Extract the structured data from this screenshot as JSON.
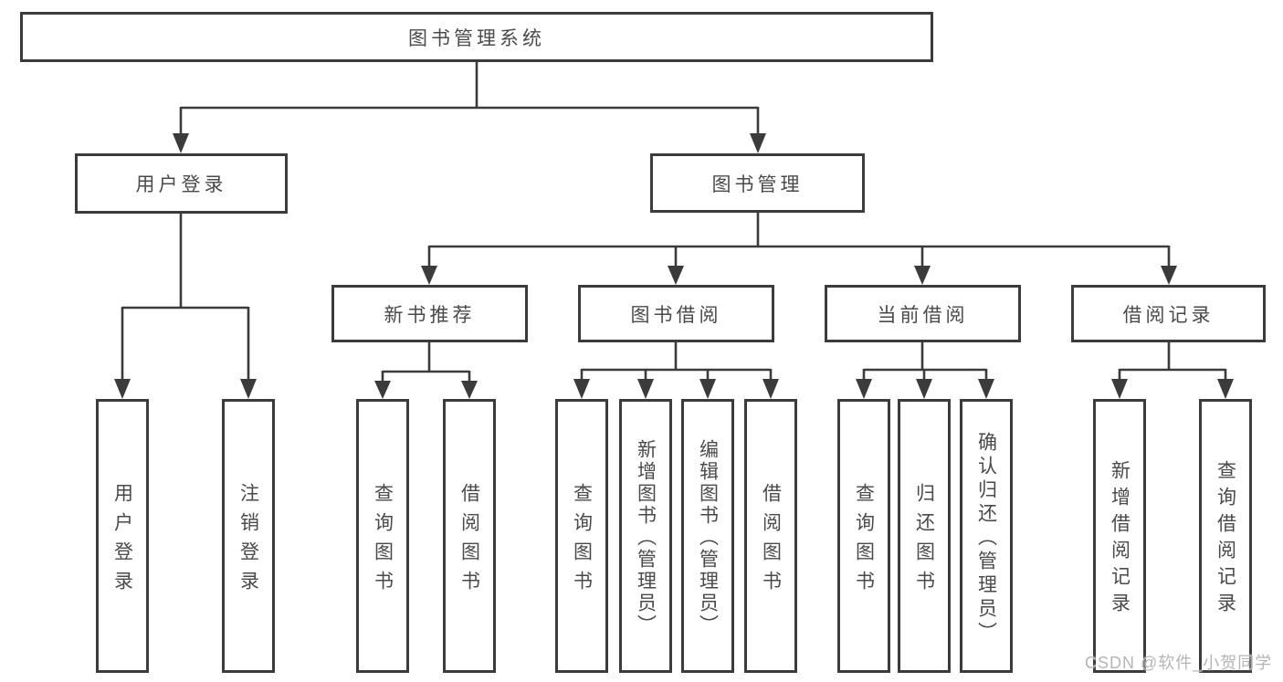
{
  "diagram": {
    "root": {
      "label": "图书管理系统"
    },
    "level2": {
      "user_login": {
        "label": "用户登录",
        "children": [
          {
            "label": "用户登录"
          },
          {
            "label": "注销登录"
          }
        ]
      },
      "book_mgmt": {
        "label": "图书管理",
        "sections": {
          "new_book": {
            "label": "新书推荐",
            "children": [
              {
                "label": "查询图书"
              },
              {
                "label": "借阅图书"
              }
            ]
          },
          "book_borrow": {
            "label": "图书借阅",
            "children": [
              {
                "label": "查询图书"
              },
              {
                "label": "新增图书（管理员）"
              },
              {
                "label": "编辑图书（管理员）"
              },
              {
                "label": "借阅图书"
              }
            ]
          },
          "current_borrow": {
            "label": "当前借阅",
            "children": [
              {
                "label": "查询图书"
              },
              {
                "label": "归还图书"
              },
              {
                "label": "确认归还（管理员）"
              }
            ]
          },
          "borrow_records": {
            "label": "借阅记录",
            "children": [
              {
                "label": "新增借阅记录"
              },
              {
                "label": "查询借阅记录"
              }
            ]
          }
        }
      }
    }
  },
  "watermark": {
    "text": "CSDN @软件_小贺同学"
  },
  "colors": {
    "line": "#3b3b3b",
    "box_border": "#3b3b3b",
    "text": "#4a4a4a",
    "watermark": "#b5b5b5",
    "background": "#ffffff"
  }
}
